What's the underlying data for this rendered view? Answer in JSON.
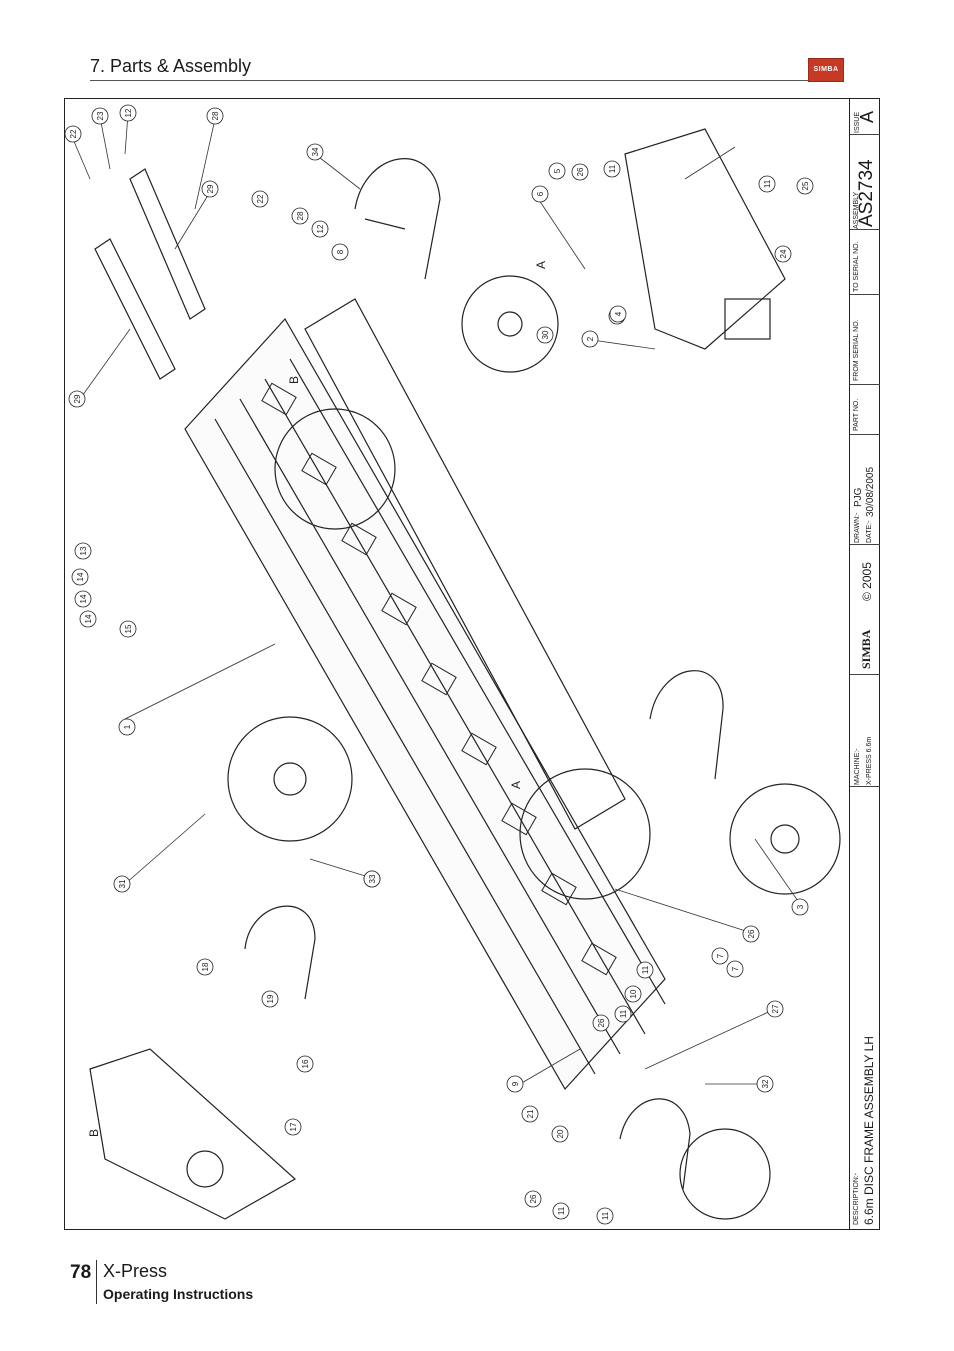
{
  "header": {
    "section_title": "7. Parts & Assembly",
    "logo_text": "SIMBA"
  },
  "title_block": {
    "issue_label": "ISSUE",
    "issue_value": "A",
    "assembly_label": "ASSEMBLY",
    "assembly_value": "AS2734",
    "to_serial_label": "TO SERIAL NO.",
    "from_serial_label": "FROM SERIAL NO.",
    "part_no_label": "PART NO.",
    "drawn_label": "DRAWN:-",
    "drawn_value": "PJG",
    "date_label": "DATE:-",
    "date_value": "30/08/2005",
    "copyright": "© 2005",
    "logo_text": "SIMBA",
    "machine_label": "MACHINE:-",
    "machine_value": "X-PRESS 6.6m",
    "description_label": "DESCRIPTION:-",
    "description_value": "6.6m DISC FRAME ASSEMBLY LH"
  },
  "drawing": {
    "view_labels": [
      "A",
      "B",
      "A",
      "B"
    ],
    "balloons": [
      "22",
      "23",
      "12",
      "28",
      "29",
      "22",
      "28",
      "12",
      "8",
      "34",
      "6",
      "5",
      "26",
      "11",
      "4",
      "11",
      "25",
      "24",
      "4",
      "2",
      "30",
      "29",
      "13",
      "14",
      "14",
      "14",
      "15",
      "1",
      "31",
      "31",
      "33",
      "3",
      "26",
      "7",
      "7",
      "11",
      "10",
      "11",
      "26",
      "9",
      "21",
      "20",
      "27",
      "32",
      "18",
      "19",
      "16",
      "17",
      "26",
      "11",
      "11"
    ]
  },
  "footer": {
    "page_number": "78",
    "product": "X-Press",
    "subtitle": "Operating Instructions"
  }
}
